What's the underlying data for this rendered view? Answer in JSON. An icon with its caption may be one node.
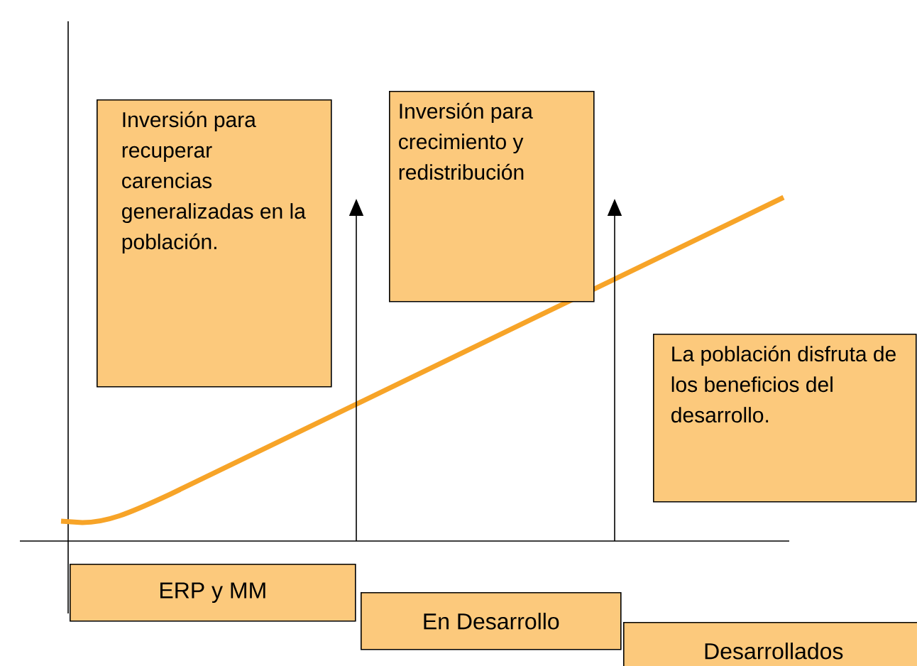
{
  "diagram": {
    "nodes": [
      {
        "text": [
          "Inversión para recuperar carencias generalizadas en la población."
        ]
      },
      {
        "text": [
          "Inversión para crecimiento y redistribución"
        ]
      },
      {
        "text": [
          "La población disfruta de los beneficios del desarrollo."
        ]
      },
      {
        "text": [
          "ERP y MM"
        ]
      },
      {
        "text": [
          "En Desarrollo"
        ]
      },
      {
        "text": [
          "Desarrollados"
        ]
      }
    ]
  }
}
